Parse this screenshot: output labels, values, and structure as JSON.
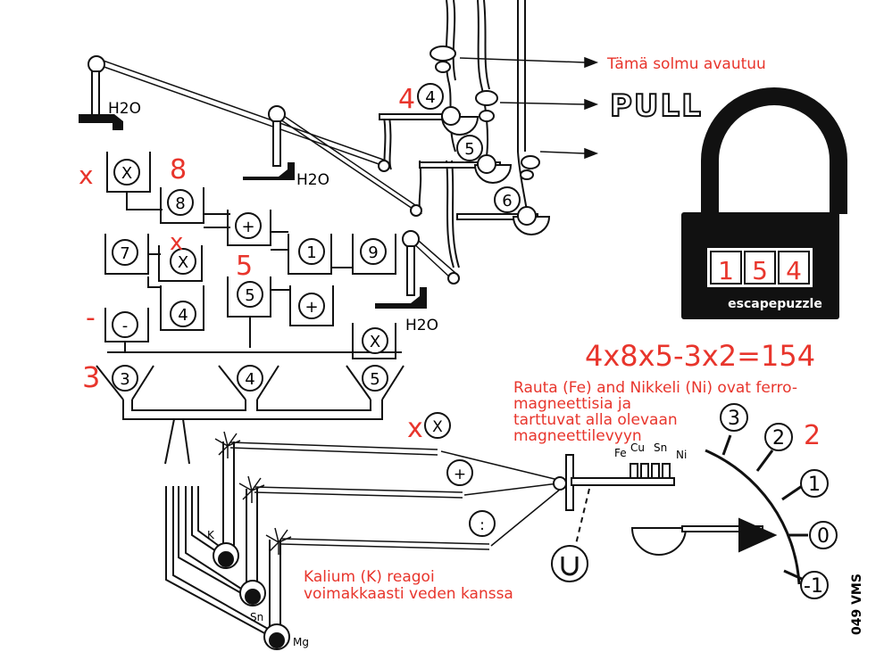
{
  "knot_note": "Tämä solmu avautuu",
  "pull_label": "PULL",
  "water_label": "H2O",
  "lock": {
    "digits": [
      "1",
      "5",
      "4"
    ],
    "brand": "escapepuzzle"
  },
  "equation": "4x8x5-3x2=154",
  "metals_note": [
    "Rauta (Fe) and Nikkeli (Ni) ovat ferro-",
    "magneettisia ja",
    "tarttuvat alla olevaan",
    "magneettilevyyn"
  ],
  "potassium_note": [
    "Kalium (K) reagoi",
    "voimakkaasti veden kanssa"
  ],
  "metals": [
    "Fe",
    "Cu",
    "Sn",
    "Ni"
  ],
  "bulbs": [
    "K",
    "Sn",
    "Mg"
  ],
  "dial_ticks": [
    "3",
    "2",
    "1",
    "0",
    "-1"
  ],
  "answers": {
    "a4": "4",
    "a8": "8",
    "a5": "5",
    "ax1": "x",
    "ax2": "x",
    "ax3": "x",
    "aminus": "-",
    "a3": "3",
    "a2": "2"
  },
  "cups": [
    "X",
    "8",
    "+",
    "7",
    "X",
    "1",
    "9",
    "5",
    "4",
    "+",
    "-",
    "X",
    "3",
    "4",
    "5"
  ],
  "rope_circles": [
    "4",
    "5",
    "6"
  ],
  "op_circles": [
    "X",
    "+",
    ":"
  ],
  "code": "049 VMS"
}
